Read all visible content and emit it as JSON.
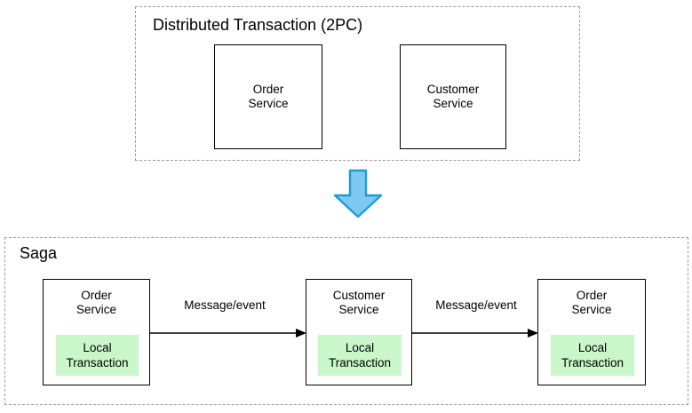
{
  "diagram": {
    "type": "architecture-comparison",
    "background_color": "#ffffff",
    "stroke_color": "#000000",
    "dashed_border_color": "#9a9a9a",
    "highlight_color": "#C9F7C9",
    "arrow_fill_color": "#7FC9F0",
    "arrow_stroke_color": "#1E9BD7"
  },
  "top_group": {
    "title": "Distributed Transaction (2PC)",
    "services": [
      {
        "name": "Order\nService"
      },
      {
        "name": "Customer\nService"
      }
    ]
  },
  "transition": {
    "icon": "down-arrow-icon"
  },
  "bottom_group": {
    "title": "Saga",
    "services": [
      {
        "name": "Order\nService",
        "local_transaction": "Local\nTransaction"
      },
      {
        "name": "Customer\nService",
        "local_transaction": "Local\nTransaction"
      },
      {
        "name": "Order\nService",
        "local_transaction": "Local\nTransaction"
      }
    ],
    "edges": [
      {
        "label": "Message/event"
      },
      {
        "label": "Message/event"
      }
    ]
  }
}
